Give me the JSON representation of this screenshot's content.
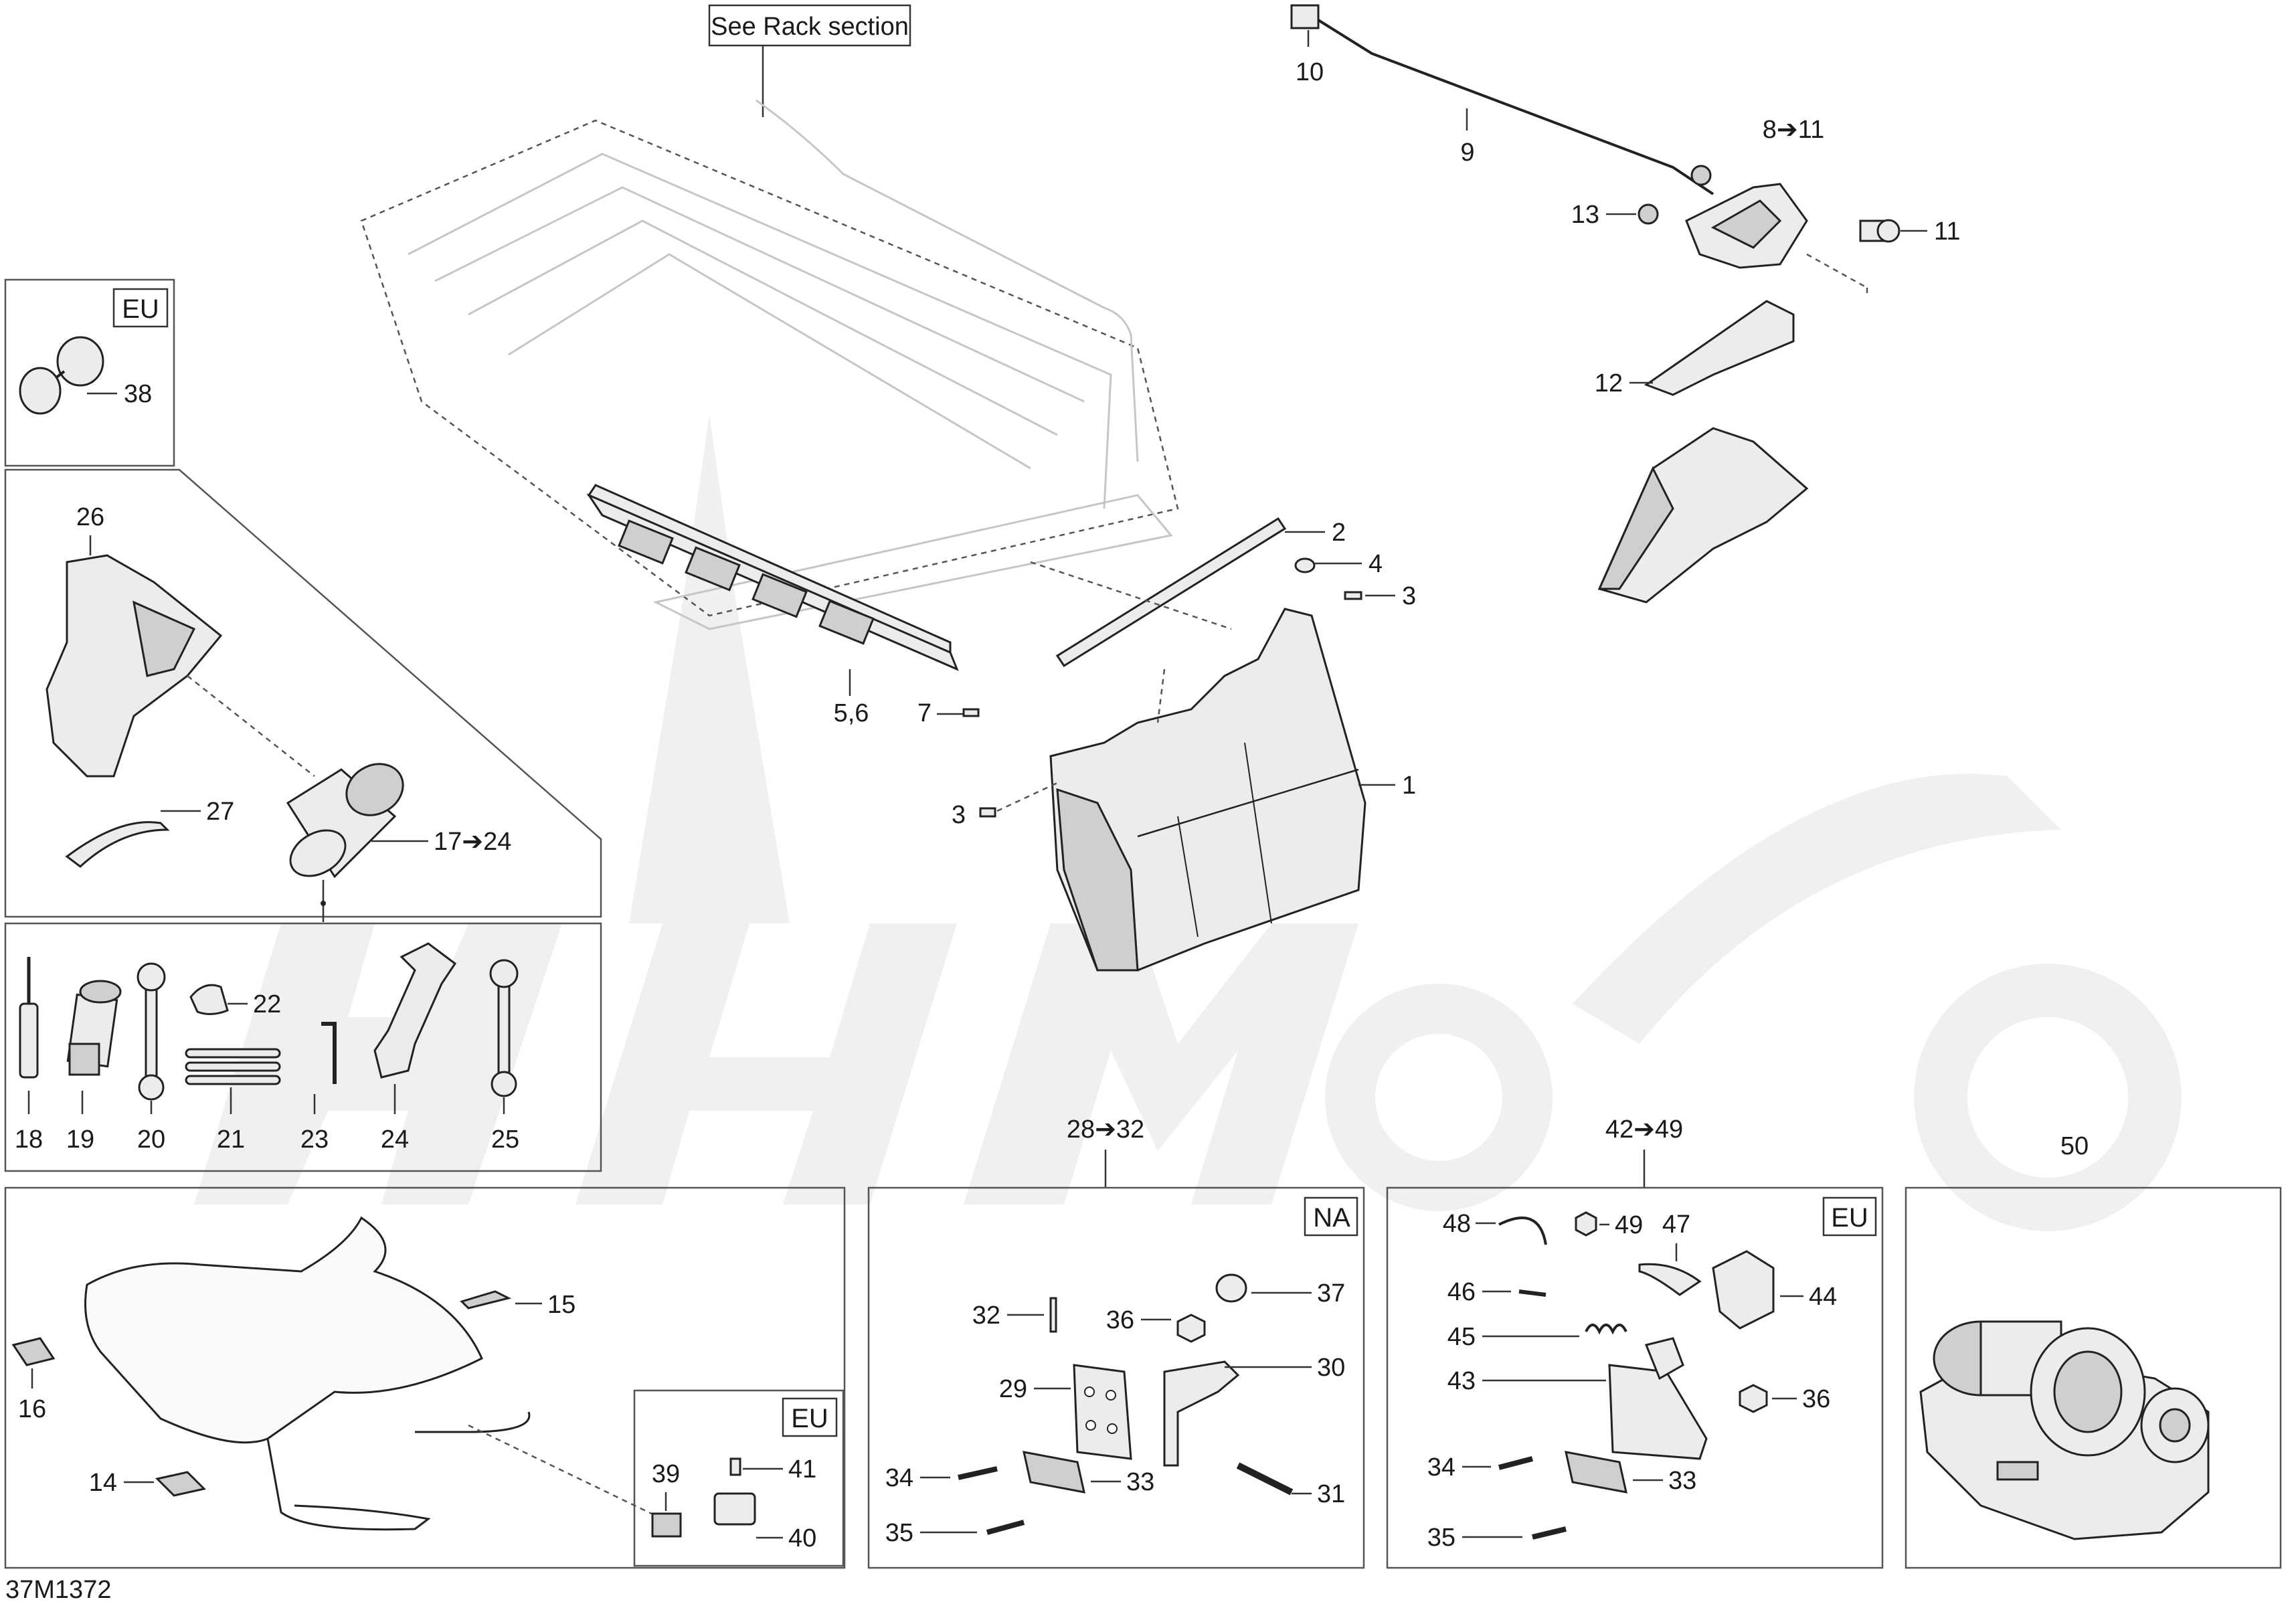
{
  "diagram_code": "37M1372",
  "see_rack_label": "See Rack section",
  "region_tags": {
    "eu_top": "EU",
    "na_box": "NA",
    "eu_box3": "EU",
    "eu_small": "EU"
  },
  "group_labels": {
    "g28_32": "28➔32",
    "g42_49": "42➔49",
    "g50": "50",
    "g17_24": "17➔24",
    "g8_11": "8➔11"
  },
  "callouts": {
    "c1": "1",
    "c2": "2",
    "c3a": "3",
    "c3b": "3",
    "c4": "4",
    "c56": "5,6",
    "c7": "7",
    "c9": "9",
    "c10": "10",
    "c11": "11",
    "c12": "12",
    "c13": "13",
    "c14": "14",
    "c15": "15",
    "c16": "16",
    "c18": "18",
    "c19": "19",
    "c20": "20",
    "c21": "21",
    "c22": "22",
    "c23": "23",
    "c24": "24",
    "c25": "25",
    "c26": "26",
    "c27": "27",
    "c29": "29",
    "c30": "30",
    "c31": "31",
    "c32": "32",
    "c33a": "33",
    "c33b": "33",
    "c34a": "34",
    "c34b": "34",
    "c35a": "35",
    "c35b": "35",
    "c36a": "36",
    "c36b": "36",
    "c37": "37",
    "c38": "38",
    "c39": "39",
    "c40": "40",
    "c41": "41",
    "c43": "43",
    "c44": "44",
    "c45": "45",
    "c46": "46",
    "c47": "47",
    "c48": "48",
    "c49": "49"
  }
}
